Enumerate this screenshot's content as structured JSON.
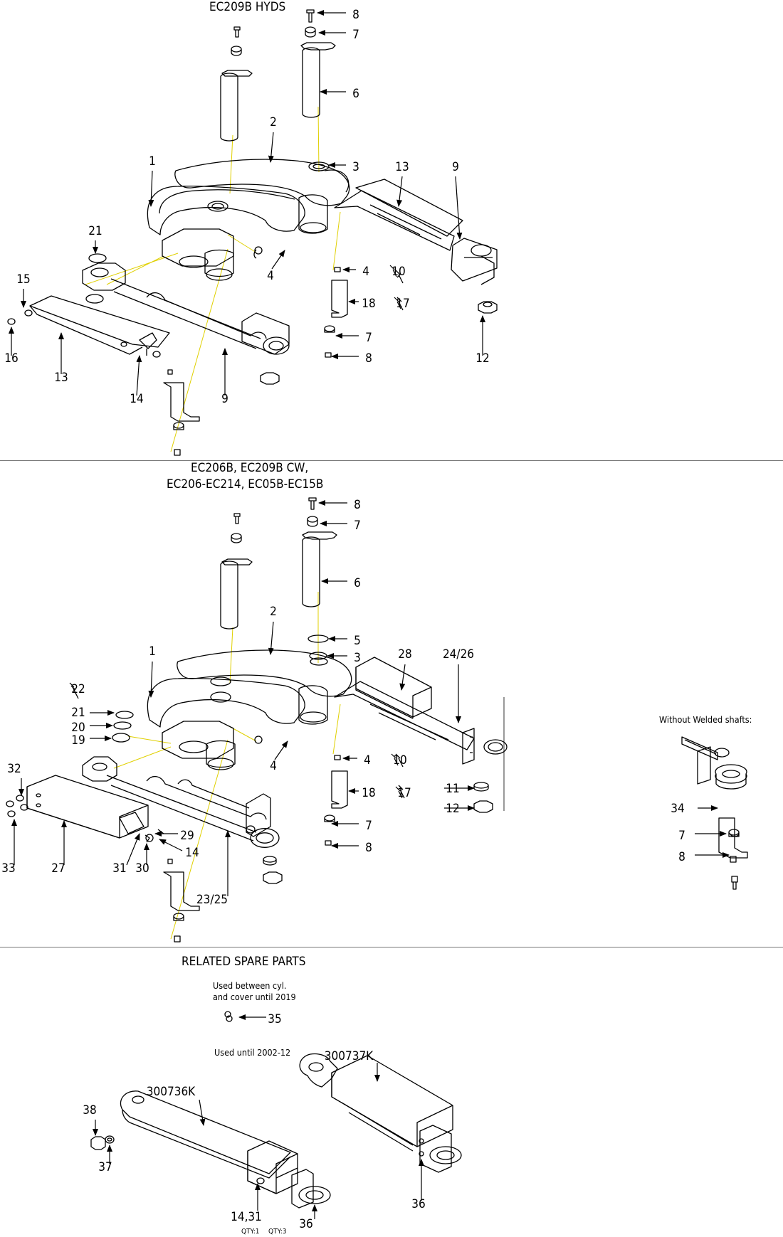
{
  "sections": {
    "top_title": "EC209B HYDS",
    "mid_title_line1": "EC206B, EC209B CW,",
    "mid_title_line2": "EC206-EC214, EC05B-EC15B",
    "side_title": "Without Welded shafts:",
    "spares_title": "RELATED SPARE PARTS",
    "note_cyl_line1": "Used between cyl.",
    "note_cyl_line2": "and cover until 2019",
    "note_until": "Used until 2002-12",
    "qty_a": "QTY:1",
    "qty_b": "QTY:3"
  },
  "callouts": [
    {
      "label": "8"
    },
    {
      "label": "7"
    },
    {
      "label": "6"
    },
    {
      "label": "2"
    },
    {
      "label": "3"
    },
    {
      "label": "1"
    },
    {
      "label": "13"
    },
    {
      "label": "9"
    },
    {
      "label": "21"
    },
    {
      "label": "4"
    },
    {
      "label": "4"
    },
    {
      "label": "10"
    },
    {
      "label": "15"
    },
    {
      "label": "18"
    },
    {
      "label": "17"
    },
    {
      "label": "16"
    },
    {
      "label": "13"
    },
    {
      "label": "14"
    },
    {
      "label": "9"
    },
    {
      "label": "7"
    },
    {
      "label": "8"
    },
    {
      "label": "12"
    },
    {
      "label": "8"
    },
    {
      "label": "7"
    },
    {
      "label": "6"
    },
    {
      "label": "2"
    },
    {
      "label": "5"
    },
    {
      "label": "3"
    },
    {
      "label": "1"
    },
    {
      "label": "28"
    },
    {
      "label": "24/26"
    },
    {
      "label": "22"
    },
    {
      "label": "21"
    },
    {
      "label": "20"
    },
    {
      "label": "19"
    },
    {
      "label": "4"
    },
    {
      "label": "4"
    },
    {
      "label": "10"
    },
    {
      "label": "11"
    },
    {
      "label": "12"
    },
    {
      "label": "18"
    },
    {
      "label": "17"
    },
    {
      "label": "32"
    },
    {
      "label": "29"
    },
    {
      "label": "14"
    },
    {
      "label": "7"
    },
    {
      "label": "8"
    },
    {
      "label": "33"
    },
    {
      "label": "27"
    },
    {
      "label": "31"
    },
    {
      "label": "30"
    },
    {
      "label": "23/25"
    },
    {
      "label": "34"
    },
    {
      "label": "7"
    },
    {
      "label": "8"
    },
    {
      "label": "35"
    },
    {
      "label": "300737K"
    },
    {
      "label": "300736K"
    },
    {
      "label": "38"
    },
    {
      "label": "37"
    },
    {
      "label": "36"
    },
    {
      "label": "14,31"
    },
    {
      "label": "36"
    }
  ]
}
